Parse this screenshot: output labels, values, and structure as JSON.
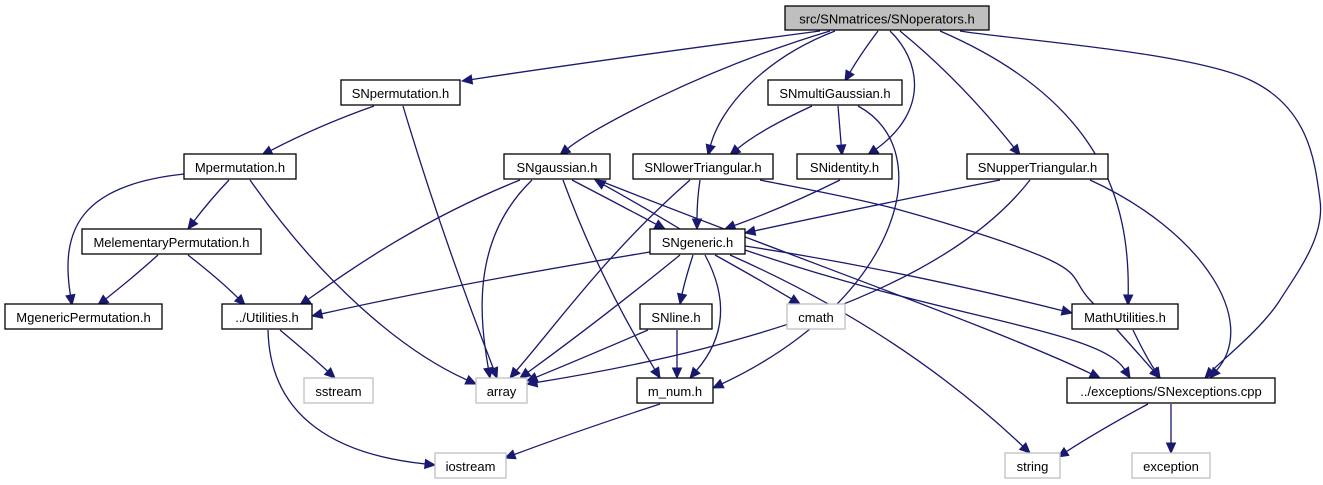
{
  "title": "src/SNmatrices/SNoperators.h",
  "colors": {
    "edge": "#191970",
    "root_fill": "#bfbfbf",
    "node_border": "#000000",
    "external_border": "#bfbfbf",
    "node_fill": "#ffffff",
    "text": "#000000"
  },
  "nodes": [
    {
      "id": "root",
      "label": "src/SNmatrices/SNoperators.h",
      "kind": "root"
    },
    {
      "id": "SNpermutation",
      "label": "SNpermutation.h",
      "kind": "internal"
    },
    {
      "id": "SNmultiGaussian",
      "label": "SNmultiGaussian.h",
      "kind": "internal"
    },
    {
      "id": "Mpermutation",
      "label": "Mpermutation.h",
      "kind": "internal"
    },
    {
      "id": "SNgaussian",
      "label": "SNgaussian.h",
      "kind": "internal"
    },
    {
      "id": "SNlowerTriangular",
      "label": "SNlowerTriangular.h",
      "kind": "internal"
    },
    {
      "id": "SNidentity",
      "label": "SNidentity.h",
      "kind": "internal"
    },
    {
      "id": "SNupperTriangular",
      "label": "SNupperTriangular.h",
      "kind": "internal"
    },
    {
      "id": "MelementaryPermutation",
      "label": "MelementaryPermutation.h",
      "kind": "internal"
    },
    {
      "id": "SNgeneric",
      "label": "SNgeneric.h",
      "kind": "internal"
    },
    {
      "id": "MgenericPermutation",
      "label": "MgenericPermutation.h",
      "kind": "internal"
    },
    {
      "id": "Utilities",
      "label": "../Utilities.h",
      "kind": "internal"
    },
    {
      "id": "SNline",
      "label": "SNline.h",
      "kind": "internal"
    },
    {
      "id": "cmath",
      "label": "cmath",
      "kind": "external"
    },
    {
      "id": "MathUtilities",
      "label": "MathUtilities.h",
      "kind": "internal"
    },
    {
      "id": "sstream",
      "label": "sstream",
      "kind": "external"
    },
    {
      "id": "array",
      "label": "array",
      "kind": "external"
    },
    {
      "id": "m_num",
      "label": "m_num.h",
      "kind": "internal"
    },
    {
      "id": "SNexceptions",
      "label": "../exceptions/SNexceptions.cpp",
      "kind": "internal"
    },
    {
      "id": "iostream",
      "label": "iostream",
      "kind": "external"
    },
    {
      "id": "string",
      "label": "string",
      "kind": "external"
    },
    {
      "id": "exception",
      "label": "exception",
      "kind": "external"
    }
  ],
  "edges": [
    {
      "from": "root",
      "to": "SNpermutation"
    },
    {
      "from": "root",
      "to": "SNgaussian"
    },
    {
      "from": "root",
      "to": "SNlowerTriangular"
    },
    {
      "from": "root",
      "to": "SNmultiGaussian"
    },
    {
      "from": "root",
      "to": "SNidentity"
    },
    {
      "from": "root",
      "to": "SNupperTriangular"
    },
    {
      "from": "root",
      "to": "MathUtilities"
    },
    {
      "from": "root",
      "to": "SNexceptions"
    },
    {
      "from": "SNpermutation",
      "to": "Mpermutation"
    },
    {
      "from": "SNpermutation",
      "to": "array"
    },
    {
      "from": "Mpermutation",
      "to": "MelementaryPermutation"
    },
    {
      "from": "Mpermutation",
      "to": "MgenericPermutation"
    },
    {
      "from": "Mpermutation",
      "to": "array"
    },
    {
      "from": "MelementaryPermutation",
      "to": "MgenericPermutation"
    },
    {
      "from": "MelementaryPermutation",
      "to": "Utilities"
    },
    {
      "from": "SNmultiGaussian",
      "to": "SNlowerTriangular"
    },
    {
      "from": "SNmultiGaussian",
      "to": "SNidentity"
    },
    {
      "from": "SNmultiGaussian",
      "to": "m_num"
    },
    {
      "from": "SNgaussian",
      "to": "SNgeneric"
    },
    {
      "from": "SNgaussian",
      "to": "Utilities"
    },
    {
      "from": "SNgaussian",
      "to": "array"
    },
    {
      "from": "SNgaussian",
      "to": "m_num"
    },
    {
      "from": "SNgaussian",
      "to": "SNexceptions"
    },
    {
      "from": "SNlowerTriangular",
      "to": "SNgeneric"
    },
    {
      "from": "SNlowerTriangular",
      "to": "array"
    },
    {
      "from": "SNlowerTriangular",
      "to": "SNexceptions"
    },
    {
      "from": "SNidentity",
      "to": "SNgeneric"
    },
    {
      "from": "SNupperTriangular",
      "to": "SNgeneric"
    },
    {
      "from": "SNupperTriangular",
      "to": "array"
    },
    {
      "from": "SNupperTriangular",
      "to": "SNexceptions"
    },
    {
      "from": "SNgeneric",
      "to": "SNgaussian"
    },
    {
      "from": "SNgeneric",
      "to": "Utilities"
    },
    {
      "from": "SNgeneric",
      "to": "array"
    },
    {
      "from": "SNgeneric",
      "to": "SNline"
    },
    {
      "from": "SNgeneric",
      "to": "m_num"
    },
    {
      "from": "SNgeneric",
      "to": "cmath"
    },
    {
      "from": "SNgeneric",
      "to": "string"
    },
    {
      "from": "SNgeneric",
      "to": "MathUtilities"
    },
    {
      "from": "SNgeneric",
      "to": "SNexceptions"
    },
    {
      "from": "SNline",
      "to": "array"
    },
    {
      "from": "SNline",
      "to": "m_num"
    },
    {
      "from": "Utilities",
      "to": "sstream"
    },
    {
      "from": "Utilities",
      "to": "iostream"
    },
    {
      "from": "MathUtilities",
      "to": "SNexceptions"
    },
    {
      "from": "m_num",
      "to": "iostream"
    },
    {
      "from": "SNexceptions",
      "to": "string"
    },
    {
      "from": "SNexceptions",
      "to": "exception"
    }
  ]
}
